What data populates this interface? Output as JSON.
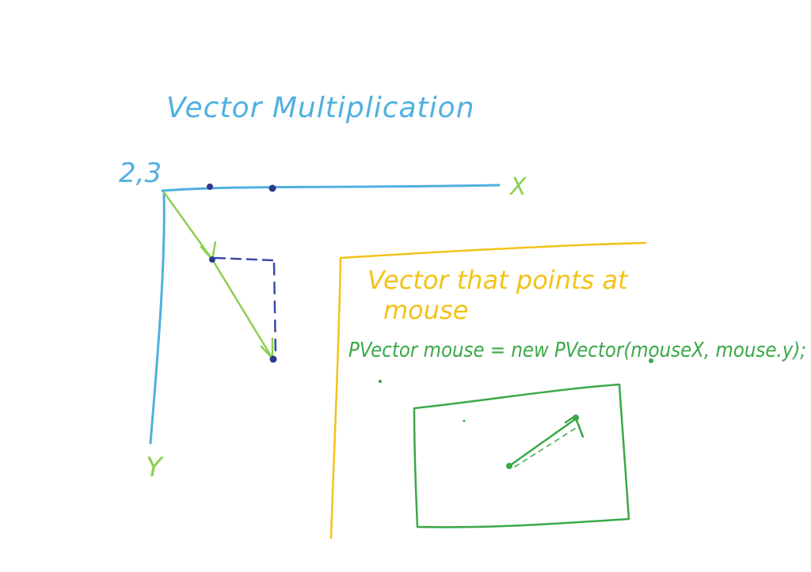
{
  "title": "Vector Multiplication",
  "origin_label": "2,3",
  "axis_x_label": "X",
  "axis_y_label": "Y",
  "note_heading_line1": "Vector that points at",
  "note_heading_line2": "mouse",
  "code_line": "PVector mouse = new PVector(mouseX, mouse.y);",
  "colors": {
    "axis_blue": "#4FB0E0",
    "axis_label_green": "#8CD050",
    "vector_green": "#8CD050",
    "dot_navy": "#2E3A8C",
    "dashed_navy": "#3A4AA8",
    "panel_yellow": "#F2C318",
    "code_green": "#3AA848",
    "sketch_green": "#3AA848"
  }
}
